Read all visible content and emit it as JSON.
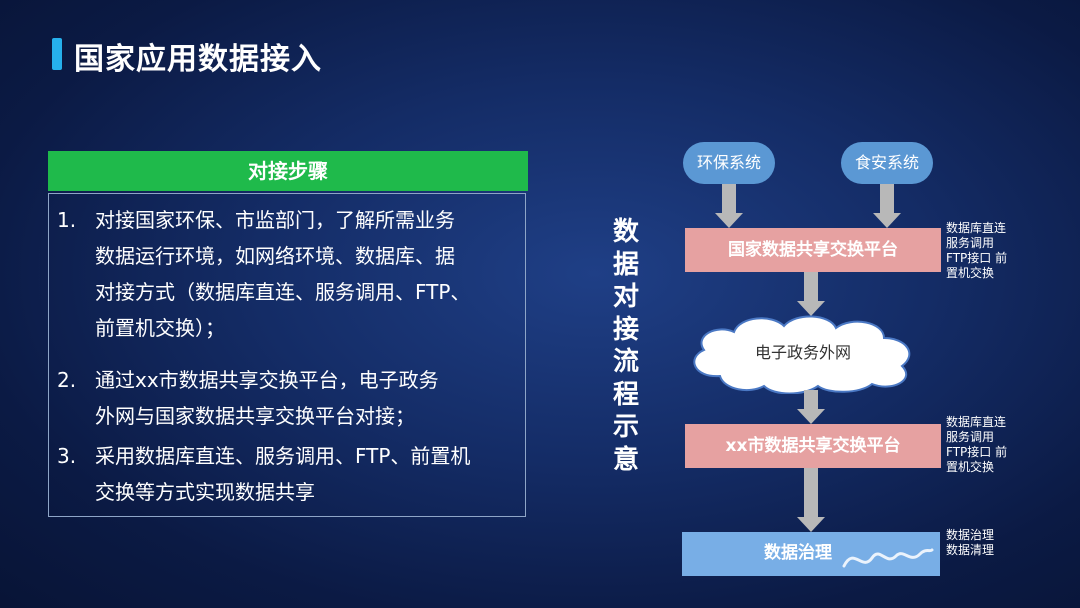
{
  "header": {
    "title": "国家应用数据接入"
  },
  "steps": {
    "heading": "对接步骤",
    "items": [
      {
        "num": "1.",
        "lines": [
          "对接国家环保、市监部门，了解所需业务",
          "数据运行环境，如网络环境、数据库、据",
          "对接方式（数据库直连、服务调用、FTP、",
          "前置机交换）；"
        ]
      },
      {
        "num": "2.",
        "lines": [
          "通过xx市数据共享交换平台，电子政务",
          "外网与国家数据共享交换平台对接；"
        ]
      },
      {
        "num": "3.",
        "lines": [
          "采用数据库直连、服务调用、FTP、前置机",
          "交换等方式实现数据共享"
        ]
      }
    ]
  },
  "diagram": {
    "vertical_label": [
      "数",
      "据",
      "对",
      "接",
      "流",
      "程",
      "示",
      "意"
    ],
    "sources": [
      "环保系统",
      "食安系统"
    ],
    "national_platform": "国家数据共享交换平台",
    "cloud": "电子政务外网",
    "city_platform": "xx市数据共享交换平台",
    "bottom_box": "数据治理",
    "side_notes": {
      "national": [
        "数据库直连",
        "服务调用",
        "FTP接口 前",
        "置机交换"
      ],
      "city": [
        "数据库直连",
        "服务调用",
        "FTP接口 前",
        "置机交换"
      ],
      "bottom": [
        "数据治理",
        "数据清理"
      ]
    }
  },
  "colors": {
    "title_accent": "#26b0ec",
    "steps_header": "#1fba4b",
    "source_pill": "#5b98d4",
    "platform": "#e6a1a1",
    "arrow": "#b8b8b8",
    "bottom_box": "#78aee6"
  }
}
